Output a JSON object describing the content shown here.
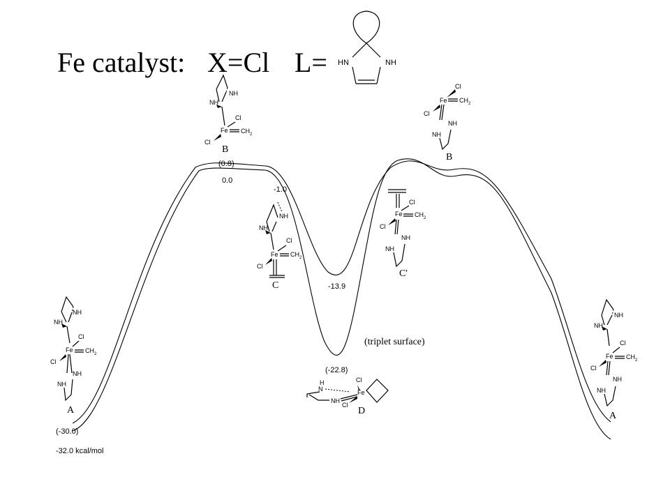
{
  "title": {
    "catalyst": "Fe catalyst:",
    "x_eq": "X=Cl",
    "l_eq": "L="
  },
  "ligand": {
    "left_atom": "HN",
    "right_atom": "NH"
  },
  "energies": {
    "start_upper": "(-30.0)",
    "start_lower": "-32.0 kcal/mol",
    "ts_upper": "(0.8)",
    "ts_lower": "0.0",
    "ts_inner": "-1.0",
    "well_lower": "-13.9",
    "well_upper": "(-22.8)"
  },
  "labels": {
    "triplet": "(triplet surface)"
  },
  "structures": {
    "A_left": {
      "letter": "A"
    },
    "B_left": {
      "letter": "B"
    },
    "C_left": {
      "letter": "C"
    },
    "D": {
      "letter": "D"
    },
    "C_right": {
      "letter": "C'"
    },
    "B_right": {
      "letter": "B"
    },
    "A_right": {
      "letter": "A"
    }
  },
  "atoms": {
    "fe": "Fe",
    "cl": "Cl",
    "nh": "NH",
    "ch2": "CH",
    "sub2": "2",
    "h": "H",
    "n": "N"
  }
}
